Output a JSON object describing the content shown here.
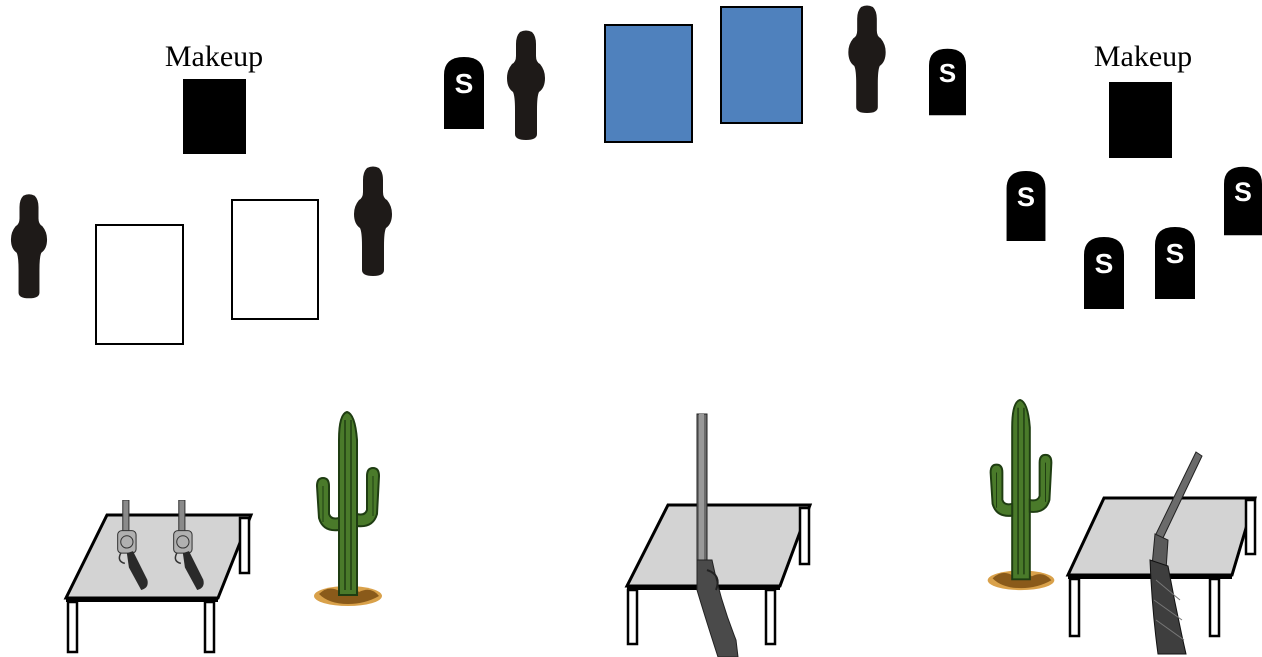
{
  "diagram": {
    "labels": {
      "makeup_left": "Makeup",
      "makeup_right": "Makeup"
    },
    "steel_target_letter": "S",
    "colors": {
      "silhouette": "#1e1a18",
      "makeup_target": "#000000",
      "blue_target": "#4f81bd",
      "white_target_fill": "#ffffff",
      "target_outline": "#000000",
      "steel_plate": "#000000",
      "table_top": "#d3d3d3",
      "cactus_green": "#4a7a2a",
      "cactus_dark": "#1f3d12",
      "sand": "#d9a14a",
      "gun_metal": "#6b6b6b",
      "wood": "#4a4a4a"
    },
    "icons": [
      "silhouette-target-icon",
      "steel-plate-icon",
      "cactus-icon",
      "revolver-icon",
      "rifle-icon",
      "shotgun-icon",
      "table-icon"
    ]
  }
}
